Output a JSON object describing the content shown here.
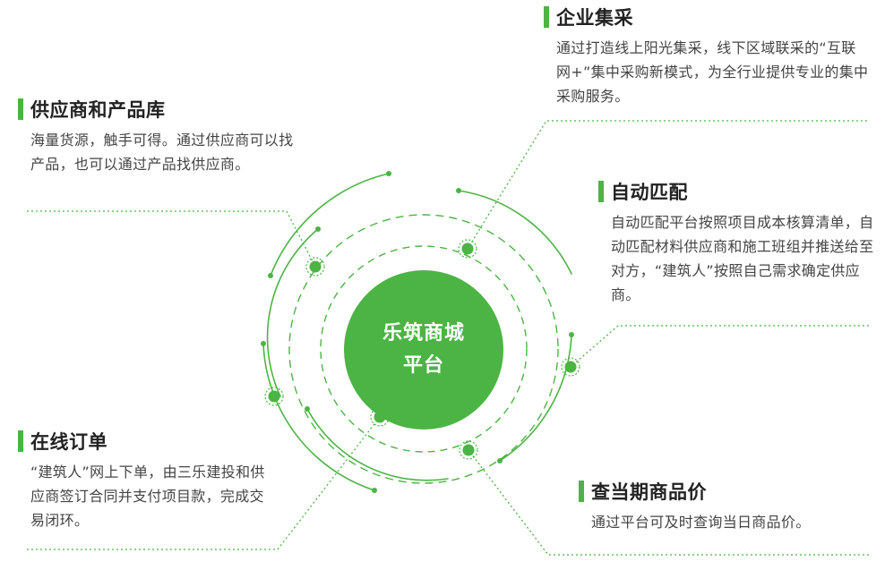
{
  "center": {
    "line1": "乐筑商城",
    "line2": "平台"
  },
  "features": {
    "supplier": {
      "title": "供应商和产品库",
      "desc": "海量货源，触手可得。通过供应商可以找产品，也可以通过产品找供应商。"
    },
    "group_purchase": {
      "title": "企业集采",
      "desc": "通过打造线上阳光集采，线下区域联采的“互联网+”集中采购新模式，为全行业提供专业的集中采购服务。"
    },
    "auto_match": {
      "title": "自动匹配",
      "desc": "自动匹配平台按照项目成本核算清单，自动匹配材料供应商和施工班组并推送给至对方，“建筑人”按照自己需求确定供应商。"
    },
    "online_order": {
      "title": "在线订单",
      "desc": "“建筑人”网上下单，由三乐建投和供应商签订合同并支付项目款，完成交易闭环。"
    },
    "price_query": {
      "title": "查当期商品价",
      "desc": "通过平台可及时查询当日商品价。"
    }
  },
  "colors": {
    "accent": "#4cb444",
    "text": "#444444",
    "title": "#222222"
  }
}
